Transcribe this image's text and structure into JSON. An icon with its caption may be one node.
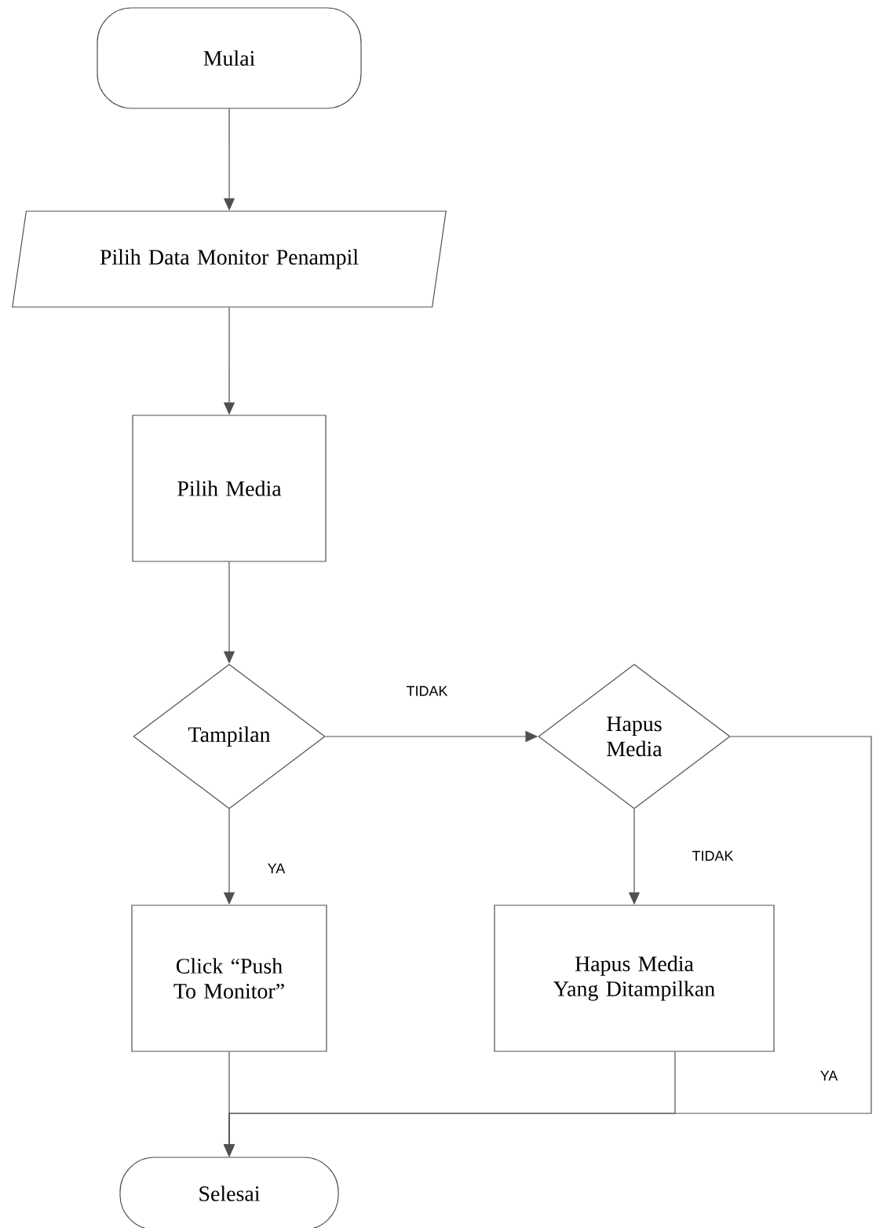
{
  "diagram": {
    "nodes": [
      {
        "text": [
          "Mulai"
        ]
      },
      {
        "text": [
          "Pilih Data Monitor Penampil"
        ]
      },
      {
        "text": [
          "Pilih Media"
        ]
      },
      {
        "text": [
          "Tampilan"
        ]
      },
      {
        "text": [
          "Hapus Media"
        ]
      },
      {
        "text": [
          "Click “Push To Monitor”"
        ]
      },
      {
        "text": [
          "Hapus Media Yang Ditampilkan"
        ]
      },
      {
        "text": [
          "Selesai"
        ]
      }
    ],
    "edges": [
      {
        "from": 0,
        "to": 1,
        "arrow": "to"
      },
      {
        "from": 1,
        "to": 2,
        "arrow": "to"
      },
      {
        "from": 2,
        "to": 3,
        "arrow": "to"
      },
      {
        "from": 3,
        "to": 4,
        "arrow": "to",
        "label": "TIDAK"
      },
      {
        "from": 3,
        "to": 5,
        "arrow": "to",
        "label": "YA"
      },
      {
        "from": 4,
        "to": 6,
        "arrow": "to",
        "label": "TIDAK"
      },
      {
        "from": 5,
        "to": 7,
        "arrow": "to"
      },
      {
        "from": 6,
        "to": 7,
        "arrow": "to"
      },
      {
        "from": 4,
        "to": 7,
        "arrow": "to",
        "label": "YA"
      }
    ]
  }
}
